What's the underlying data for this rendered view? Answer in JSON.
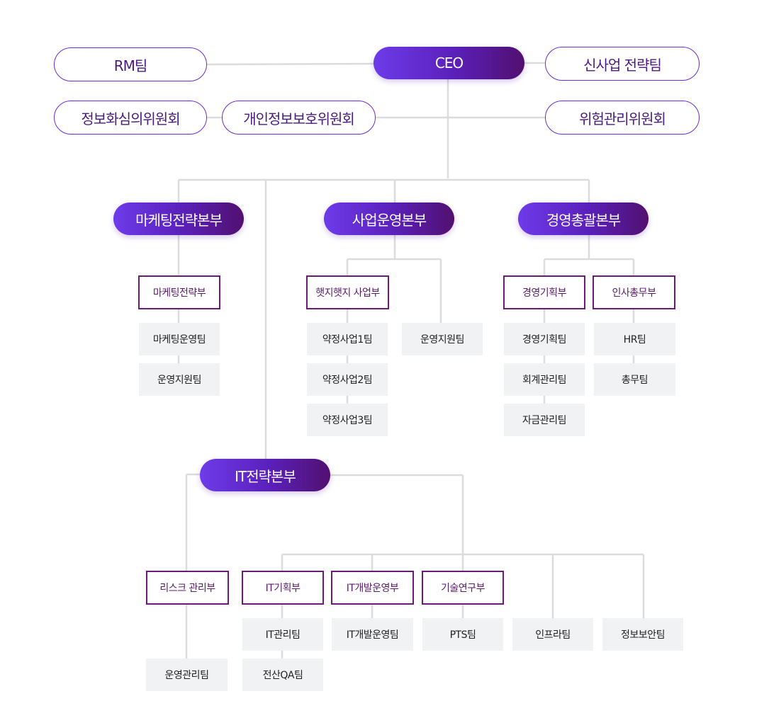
{
  "top": {
    "ceo": "CEO",
    "rm_team": "RM팀",
    "new_biz_team": "신사업 전략팀",
    "info_committee": "정보화심의위원회",
    "privacy_committee": "개인정보보호위원회",
    "risk_committee": "위험관리위원회"
  },
  "hq": {
    "marketing": "마케팅전략본부",
    "business": "사업운영본부",
    "management": "경영총괄본부",
    "it": "IT전략본부"
  },
  "depts": {
    "marketing_strategy": "마케팅전략부",
    "hetji_business": "햇지햇지 사업부",
    "mgmt_planning": "경영기획부",
    "hr_general": "인사총무부",
    "risk_mgmt": "리스크 관리부",
    "it_planning": "IT기획부",
    "it_dev_ops": "IT개발운영부",
    "tech_research": "기술연구부"
  },
  "teams": {
    "marketing_ops": "마케팅운영팀",
    "ops_support_1": "운영지원팀",
    "pharma_1": "약정사업1팀",
    "pharma_2": "약정사업2팀",
    "pharma_3": "약정사업3팀",
    "ops_support_2": "운영지원팀",
    "mgmt_planning_team": "경영기획팀",
    "accounting": "회계관리팀",
    "funds": "자금관리팀",
    "hr_team": "HR팀",
    "general_affairs": "총무팀",
    "ops_mgmt": "운영관리팀",
    "it_mgmt": "IT관리팀",
    "computing_qa": "전산QA팀",
    "it_dev_ops_team": "IT개발운영팀",
    "pts": "PTS팀",
    "infra": "인프라팀",
    "infosec": "정보보안팀"
  },
  "colors": {
    "line": "#dcdcdc",
    "accent_purple": "#6a2bd0",
    "dept_border": "#6b1a7a",
    "team_bg": "#f1f2f4"
  }
}
